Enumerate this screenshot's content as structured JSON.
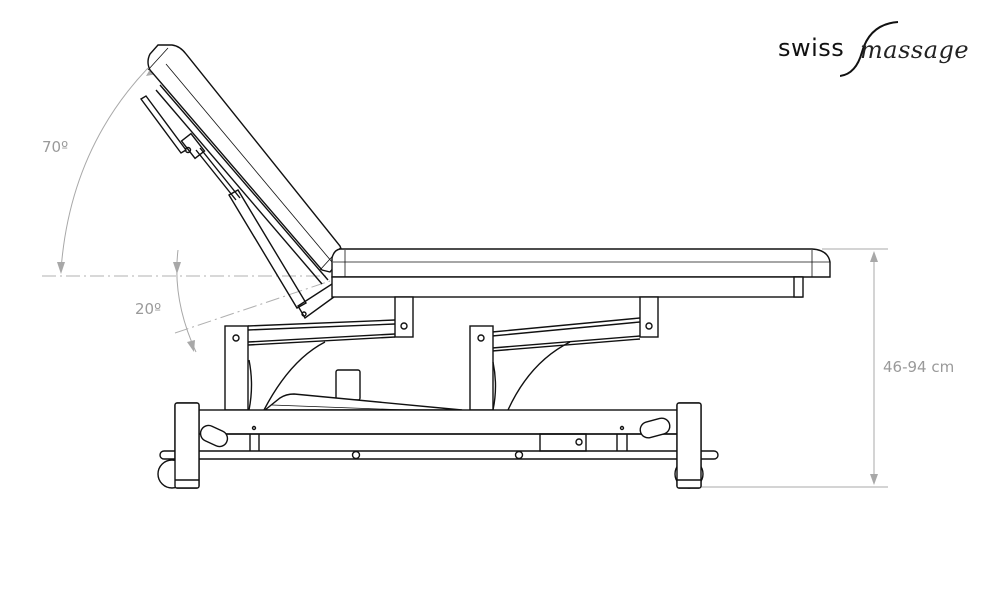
{
  "diagram": {
    "subject": "Massage table side view with adjustable backrest",
    "brand": {
      "part1": "swiss",
      "part2": "massage"
    },
    "annotations": {
      "backrest_up_angle": "70º",
      "backrest_down_angle": "20º",
      "height_range": "46-94 cm"
    },
    "colors": {
      "line": "#111111",
      "dimension": "#a8a8a8",
      "background": "#ffffff"
    }
  }
}
